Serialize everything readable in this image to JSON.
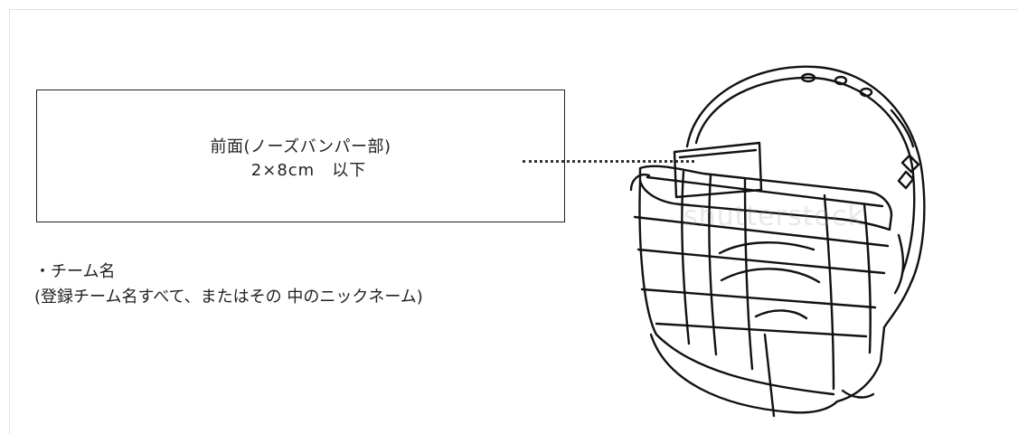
{
  "placement_label": {
    "line1": "前面(ノーズバンパー部)",
    "line2": "2×8cm　以下"
  },
  "note": {
    "bullet_line": "・チーム名",
    "detail_line": "(登録チーム名すべて、またはその 中のニックネーム)"
  },
  "illustration": {
    "subject": "football-helmet-icon",
    "watermark": "shutterstock"
  }
}
